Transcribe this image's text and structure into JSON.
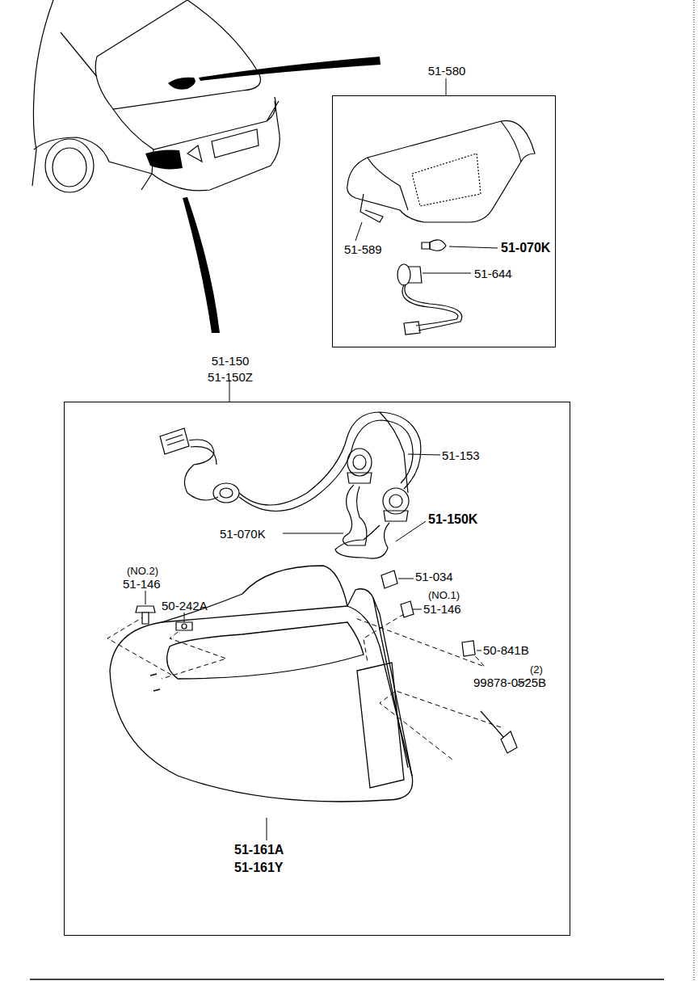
{
  "diagram": {
    "nodes": [
      {
        "text": [
          "51-580"
        ]
      },
      {
        "text": [
          "51-150",
          "51-150Z"
        ]
      }
    ],
    "labels": [
      "51-589",
      "51-070K",
      "51-644",
      "51-153",
      "51-070K",
      "51-150K",
      "(NO.2)",
      "51-146",
      "50-242A",
      "51-034",
      "(NO.1)",
      "51-146",
      "50-841B",
      "(2)",
      "99878-0525B",
      "51-161A",
      "51-161Y"
    ]
  }
}
